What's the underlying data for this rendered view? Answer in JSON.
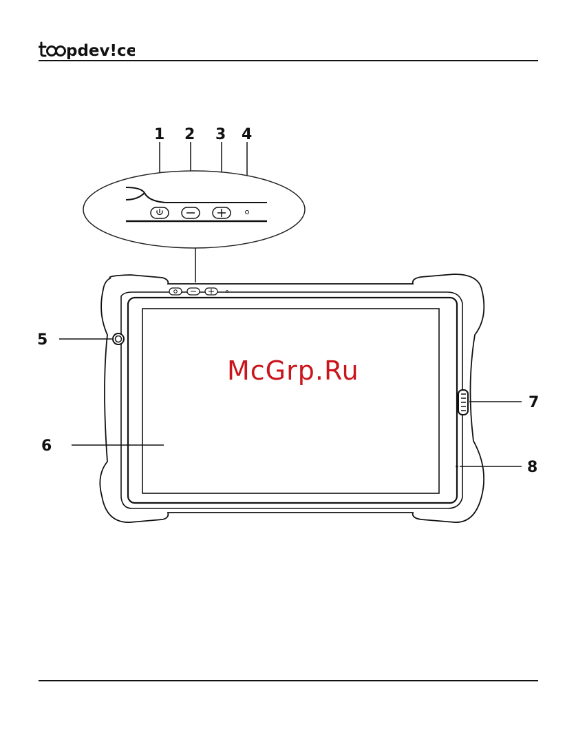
{
  "header": {
    "logo_text": "topdevice"
  },
  "watermark": {
    "text": "McGrp.Ru",
    "color": "#c9151c"
  },
  "diagram": {
    "callouts": [
      "1",
      "2",
      "3",
      "4",
      "5",
      "6",
      "7",
      "8"
    ],
    "button_icons": [
      "power-icon",
      "minus-icon",
      "plus-icon",
      "led-dot"
    ]
  }
}
